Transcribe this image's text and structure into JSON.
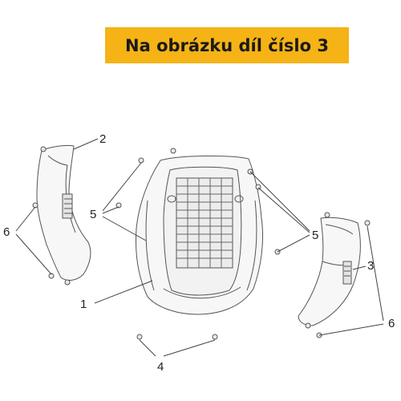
{
  "banner": {
    "text": "Na obrázku díl číslo 3",
    "background": "#f5b316"
  },
  "callouts": [
    "1",
    "2",
    "3",
    "4",
    "5",
    "5",
    "6",
    "6"
  ],
  "colors": {
    "line": "#555555",
    "part_fill": "#f7f7f7",
    "grid_fill": "#ececec"
  }
}
